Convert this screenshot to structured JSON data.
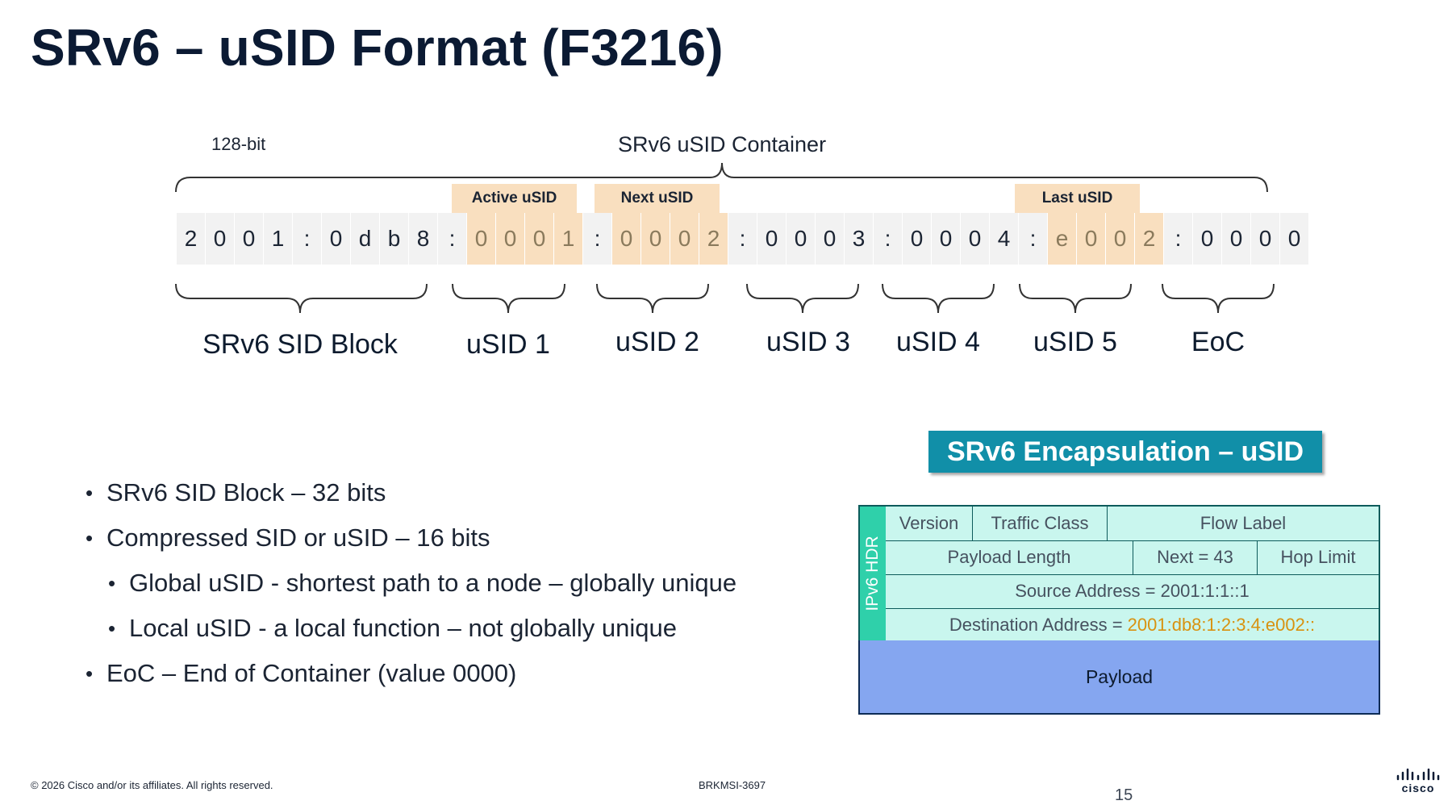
{
  "slide": {
    "title": "SRv6 – uSID Format (F3216)",
    "footer_copyright": "© 2026 Cisco and/or its affiliates. All rights reserved.",
    "footer_session": "BRKMSI-3697",
    "page_number": "15",
    "logo_text": "cisco"
  },
  "container": {
    "bit_label": "128-bit",
    "title": "SRv6 uSID Container",
    "address_chars": [
      "2",
      "0",
      "0",
      "1",
      ":",
      "0",
      "d",
      "b",
      "8",
      ":",
      "0",
      "0",
      "0",
      "1",
      ":",
      "0",
      "0",
      "0",
      "2",
      ":",
      "0",
      "0",
      "0",
      "3",
      ":",
      "0",
      "0",
      "0",
      "4",
      ":",
      "e",
      "0",
      "0",
      "2",
      ":",
      "0",
      "0",
      "0",
      "0"
    ],
    "highlight_labels": {
      "active": "Active uSID",
      "next": "Next uSID",
      "last": "Last uSID"
    },
    "segments": {
      "block": "SRv6 SID Block",
      "usid1": "uSID 1",
      "usid2": "uSID 2",
      "usid3": "uSID 3",
      "usid4": "uSID 4",
      "usid5": "uSID 5",
      "eoc": "EoC"
    },
    "highlight_color": "#f9dfbf"
  },
  "bullets": [
    "SRv6 SID Block – 32 bits",
    "Compressed SID or uSID – 16 bits",
    "Global uSID - shortest path to a node – globally unique",
    "Local uSID - a local function – not globally unique",
    "EoC – End of Container (value 0000)"
  ],
  "encapsulation": {
    "title": "SRv6 Encapsulation – uSID",
    "header_label": "IPv6 HDR",
    "version": "Version",
    "traffic_class": "Traffic Class",
    "flow_label": "Flow Label",
    "payload_length": "Payload Length",
    "next_header": "Next = 43",
    "hop_limit": "Hop Limit",
    "source_address": "Source Address = 2001:1:1::1",
    "destination_prefix": "Destination Address = ",
    "destination_value": "2001:db8:1:2:3:4:e002::",
    "payload": "Payload",
    "colors": {
      "title_bg": "#118fa8",
      "header_bg": "#c9f6ee",
      "strip": "#2fd0aa",
      "payload_bg": "#85a6f0",
      "highlight": "#d89210"
    }
  }
}
